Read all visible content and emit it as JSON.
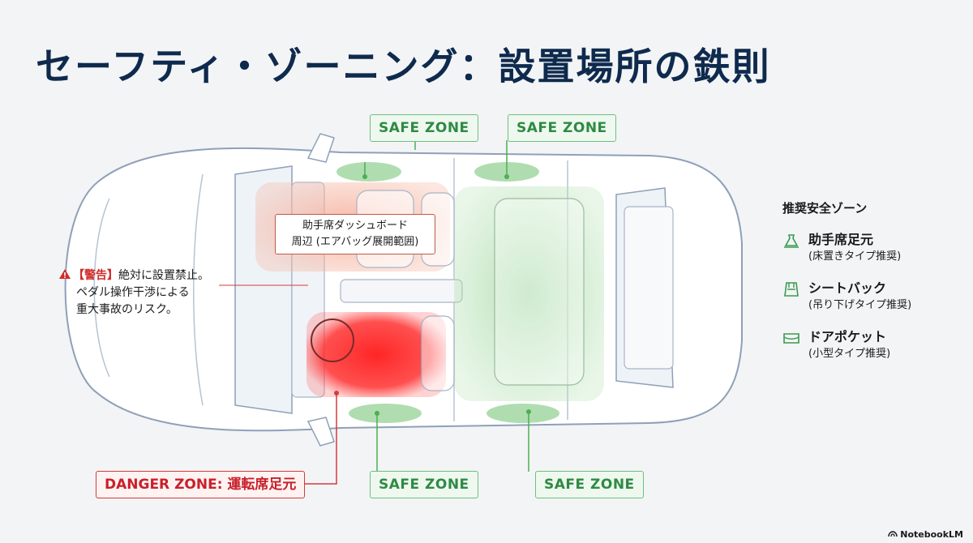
{
  "title": "セーフティ・ゾーニング：設置場所の鉄則",
  "zones": {
    "safe_top_left": "SAFE ZONE",
    "safe_top_right": "SAFE ZONE",
    "safe_bottom_left": "SAFE ZONE",
    "safe_bottom_right": "SAFE ZONE",
    "danger": "DANGER ZONE: 運転席足元"
  },
  "dashboard_label": {
    "line1": "助手席ダッシュボード",
    "line2": "周辺 (エアバッグ展開範囲)"
  },
  "warning": {
    "tag": "【警告】",
    "line1": "絶対に設置禁止。",
    "line2": "ペダル操作干渉による",
    "line3": "重大事故のリスク。"
  },
  "legend": {
    "title": "推奨安全ゾーン",
    "items": [
      {
        "name": "助手席足元",
        "sub": "(床置きタイプ推奨)",
        "icon": "floor-item-icon"
      },
      {
        "name": "シートバック",
        "sub": "(吊り下げタイプ推奨)",
        "icon": "seatback-icon"
      },
      {
        "name": "ドアポケット",
        "sub": "(小型タイプ推奨)",
        "icon": "door-pocket-icon"
      }
    ]
  },
  "colors": {
    "safe": "#4caf50",
    "danger": "#e02020",
    "airbag": "#f08a70",
    "title": "#0e2a4d"
  },
  "footer": "NotebookLM"
}
